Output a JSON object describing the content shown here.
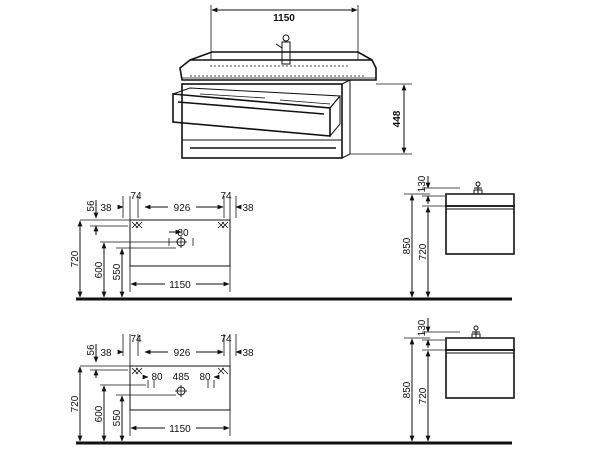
{
  "top": {
    "width": "1150",
    "height": "448"
  },
  "plan1": {
    "d56": "56",
    "d38l": "38",
    "d74l": "74",
    "d926": "926",
    "d74r": "74",
    "d38r": "38",
    "d80": "80",
    "d720": "720",
    "d600": "600",
    "d550": "550",
    "d1150": "1150"
  },
  "side1": {
    "d130": "130",
    "d850": "850",
    "d720": "720"
  },
  "plan2": {
    "d56": "56",
    "d38l": "38",
    "d74l": "74",
    "d926": "926",
    "d74r": "74",
    "d38r": "38",
    "d80l": "80",
    "d485": "485",
    "d80r": "80",
    "d720": "720",
    "d600": "600",
    "d550": "550",
    "d1150": "1150"
  },
  "side2": {
    "d130": "130",
    "d850": "850",
    "d720": "720"
  }
}
